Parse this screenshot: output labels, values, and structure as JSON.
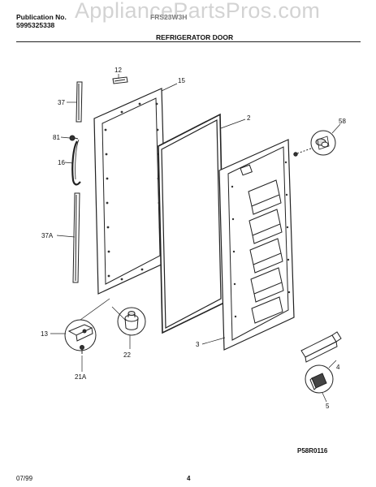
{
  "header": {
    "publication_label": "Publication No.",
    "publication_number": "5995325338",
    "model": "FRS23W3H",
    "section_title": "REFRIGERATOR DOOR"
  },
  "watermark": "AppliancePartsPros.com",
  "callouts": {
    "c12": "12",
    "c15": "15",
    "c2": "2",
    "c37": "37",
    "c81": "81",
    "c16": "16",
    "c37a": "37A",
    "c58": "58",
    "c13": "13",
    "c22": "22",
    "c21a": "21A",
    "c3": "3",
    "c4": "4",
    "c5": "5"
  },
  "figure_code": "P58R0116",
  "footer": {
    "date": "07/99",
    "page": "4"
  }
}
